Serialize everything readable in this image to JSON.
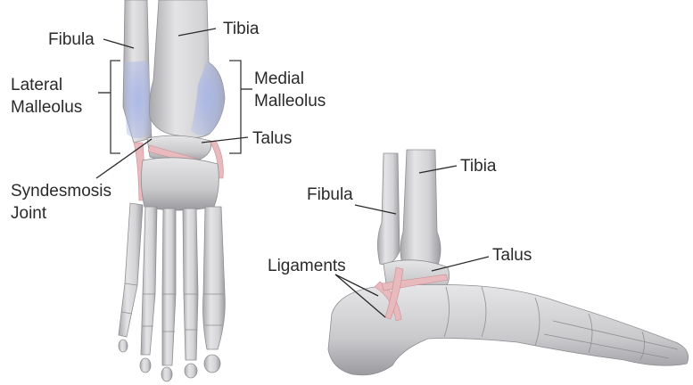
{
  "colors": {
    "bone": "#d6d6d8",
    "bone_shadow": "#a9a9ad",
    "malleolus_highlight": "#a9b6e6",
    "ligament": "#e8b9bd",
    "label_text": "#2a2a2a"
  },
  "front_view": {
    "labels": {
      "fibula": "Fibula",
      "tibia": "Tibia",
      "lateral_malleolus_1": "Lateral",
      "lateral_malleolus_2": "Malleolus",
      "medial_malleolus_1": "Medial",
      "medial_malleolus_2": "Malleolus",
      "talus": "Talus",
      "syndesmosis_1": "Syndesmosis",
      "syndesmosis_2": "Joint"
    }
  },
  "side_view": {
    "labels": {
      "tibia": "Tibia",
      "fibula": "Fibula",
      "talus": "Talus",
      "ligaments": "Ligaments"
    }
  }
}
